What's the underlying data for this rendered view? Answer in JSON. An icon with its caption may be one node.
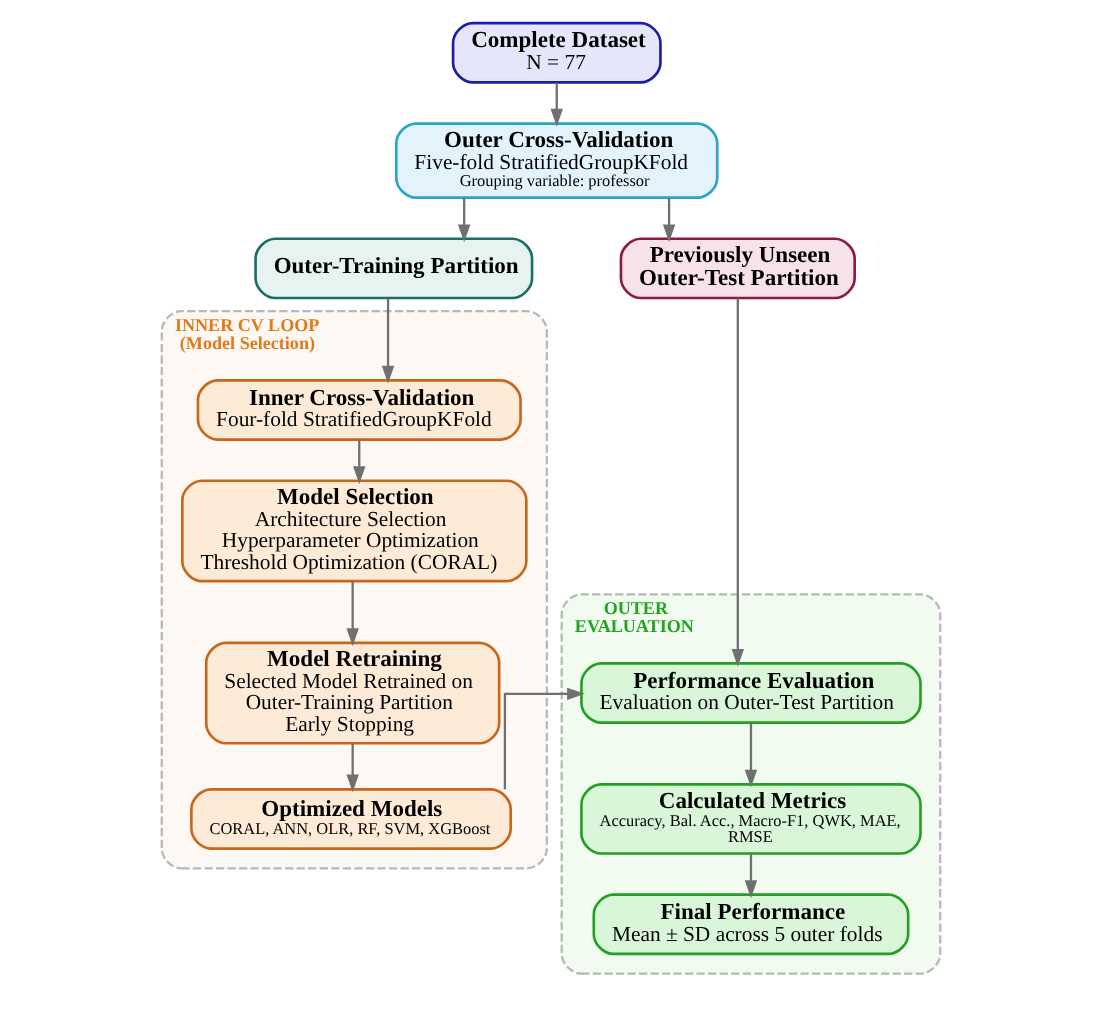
{
  "diagram": {
    "nodes": [
      {
        "text": [
          "Complete Dataset",
          "N = 77"
        ]
      },
      {
        "text": [
          "Outer Cross-Validation",
          "Five-fold StratifiedGroupKFold",
          "Grouping variable: professor"
        ]
      },
      {
        "text": [
          "Outer-Training Partition"
        ]
      },
      {
        "text": [
          "Previously Unseen Outer-Test Partition"
        ]
      },
      {
        "text": [
          "INNER CV LOOP (Model Selection)"
        ]
      },
      {
        "text": [
          "Inner Cross-Validation",
          "Four-fold StratifiedGroupKFold"
        ],
        "in": 4
      },
      {
        "text": [
          "Model Selection",
          "Architecture Selection",
          "Hyperparameter Optimization",
          "Threshold Optimization (CORAL)"
        ],
        "in": 4
      },
      {
        "text": [
          "Model Retraining",
          "Selected Model Retrained on Outer-Training Partition",
          "Early Stopping"
        ],
        "in": 4
      },
      {
        "text": [
          "Optimized Models",
          "CORAL, ANN, OLR, RF, SVM, XGBoost"
        ],
        "in": 4
      },
      {
        "text": [
          "OUTER EVALUATION"
        ]
      },
      {
        "text": [
          "Performance Evaluation",
          "Evaluation on Outer-Test Partition"
        ],
        "in": 9
      },
      {
        "text": [
          "Calculated Metrics",
          "Accuracy, Bal. Acc., Macro-F1, QWK, MAE, RMSE"
        ],
        "in": 9
      },
      {
        "text": [
          "Final Performance",
          "Mean ± SD across 5 outer folds"
        ],
        "in": 9
      }
    ],
    "edges": [
      {
        "from": 0,
        "to": 1,
        "arrow": "to"
      },
      {
        "from": 1,
        "to": 2,
        "arrow": "to"
      },
      {
        "from": 1,
        "to": 3,
        "arrow": "to"
      },
      {
        "from": 2,
        "to": 5,
        "arrow": "to"
      },
      {
        "from": 5,
        "to": 6,
        "arrow": "to"
      },
      {
        "from": 6,
        "to": 7,
        "arrow": "to"
      },
      {
        "from": 7,
        "to": 8,
        "arrow": "to"
      },
      {
        "from": 8,
        "to": 10,
        "arrow": "to"
      },
      {
        "from": 3,
        "to": 10,
        "arrow": "to"
      },
      {
        "from": 10,
        "to": 11,
        "arrow": "to"
      },
      {
        "from": 11,
        "to": 12,
        "arrow": "to"
      }
    ]
  }
}
